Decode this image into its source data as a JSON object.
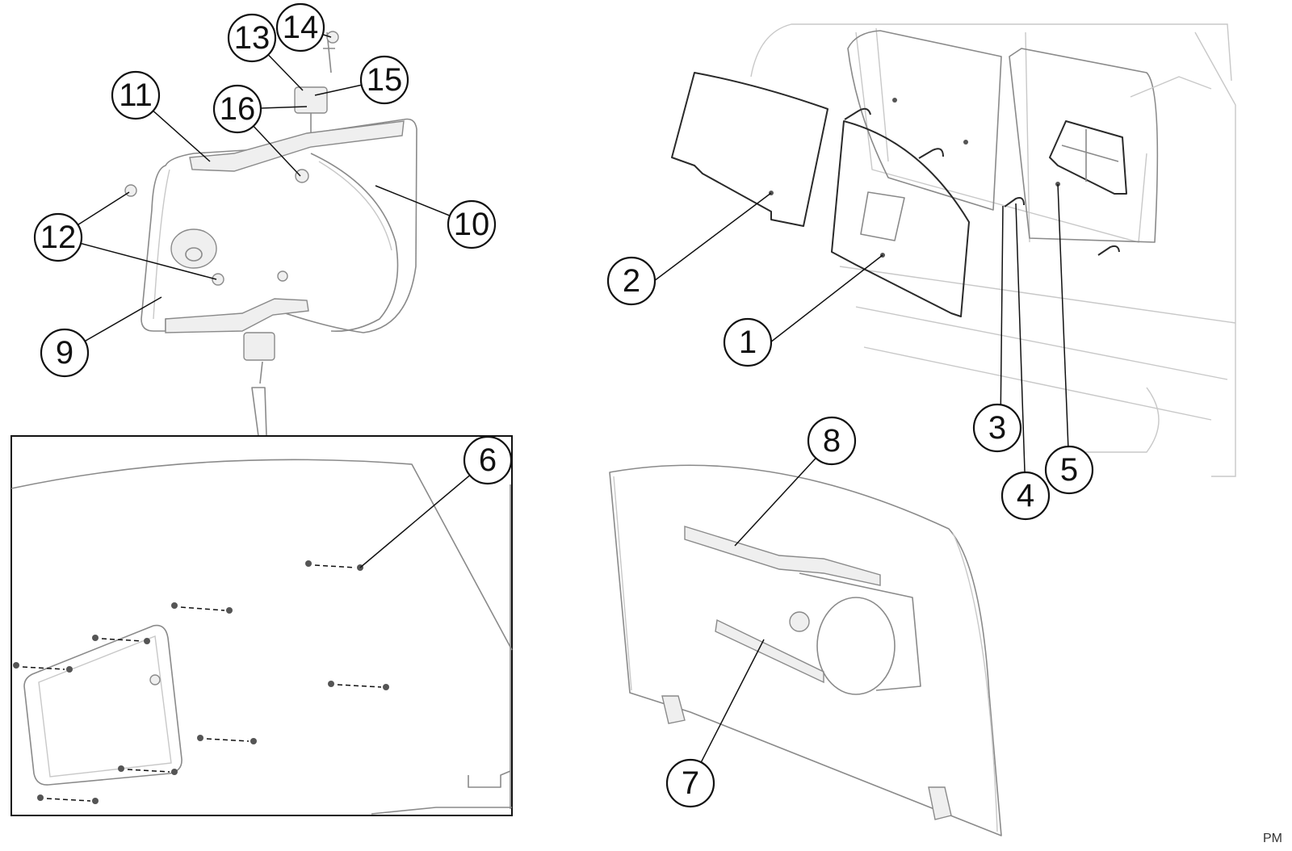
{
  "callouts": [
    {
      "id": "c1",
      "label": "1"
    },
    {
      "id": "c2",
      "label": "2"
    },
    {
      "id": "c3",
      "label": "3"
    },
    {
      "id": "c4",
      "label": "4"
    },
    {
      "id": "c5",
      "label": "5"
    },
    {
      "id": "c6",
      "label": "6"
    },
    {
      "id": "c7",
      "label": "7"
    },
    {
      "id": "c8",
      "label": "8"
    },
    {
      "id": "c9",
      "label": "9"
    },
    {
      "id": "c10",
      "label": "10"
    },
    {
      "id": "c11",
      "label": "11"
    },
    {
      "id": "c12",
      "label": "12"
    },
    {
      "id": "c13",
      "label": "13"
    },
    {
      "id": "c14",
      "label": "14"
    },
    {
      "id": "c15",
      "label": "15"
    },
    {
      "id": "c16",
      "label": "16"
    }
  ],
  "corner_label": "PM"
}
